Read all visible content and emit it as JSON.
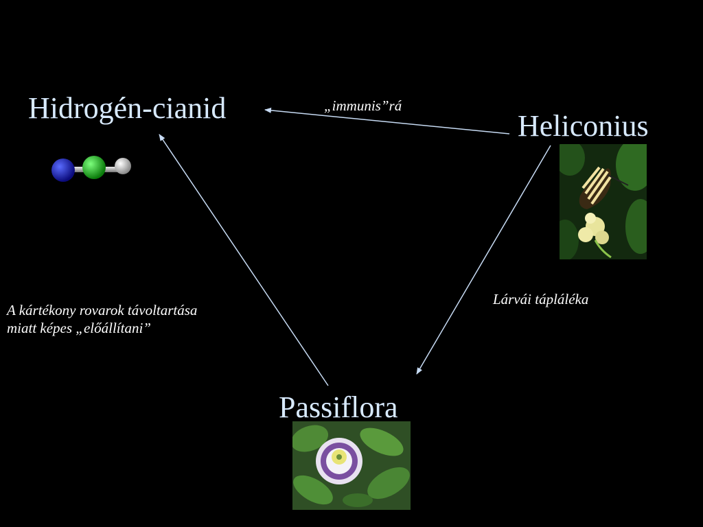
{
  "nodes": {
    "hcn": "Hidrogén-cianid",
    "heliconius": "Heliconius",
    "passiflora": "Passiflora"
  },
  "edges": {
    "heliconius_to_hcn": "„immunis”rá",
    "heliconius_to_passiflora": "Lárvái tápláléka",
    "passiflora_to_hcn_line1": "A kártékony rovarok távoltartása",
    "passiflora_to_hcn_line2": "miatt képes „előállítani”"
  },
  "colors": {
    "background": "#000000",
    "node_text": "#d8eaff",
    "note_text": "#ffffff",
    "arrow": "#c8dcf5"
  },
  "images": {
    "molecule": "hcn-molecule-ball-and-stick",
    "butterfly": "heliconius-butterfly-photo",
    "flower": "passiflora-flower-photo"
  }
}
